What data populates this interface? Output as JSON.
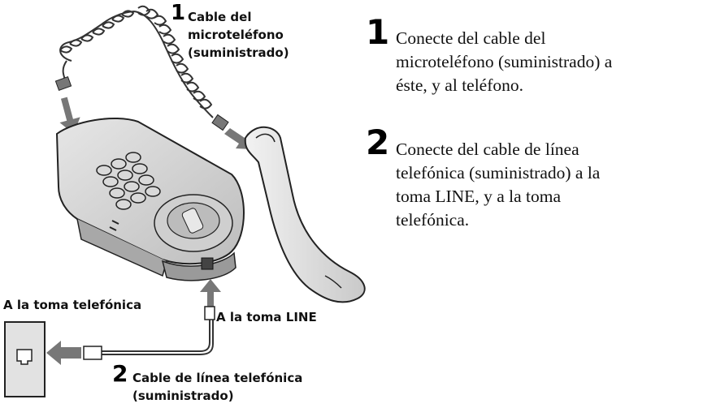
{
  "illustration": {
    "callout_1_number": "1",
    "callout_1_line1": "Cable del",
    "callout_1_line2": "microteléfono",
    "callout_1_line3": "(suministrado)",
    "callout_2_number": "2",
    "callout_2_line1": "Cable de línea telefónica",
    "callout_2_line2": "(suministrado)",
    "wall_jack_label": "A la toma telefónica",
    "line_jack_label": "A la toma LINE"
  },
  "steps": [
    {
      "number": "1",
      "lines": [
        "Conecte del cable del",
        "microteléfono (suministrado) a",
        "éste, y al teléfono."
      ]
    },
    {
      "number": "2",
      "lines": [
        "Conecte del cable de línea",
        "telefónica (suministrado) a la",
        "toma LINE, y  a la toma",
        "telefónica."
      ]
    }
  ]
}
